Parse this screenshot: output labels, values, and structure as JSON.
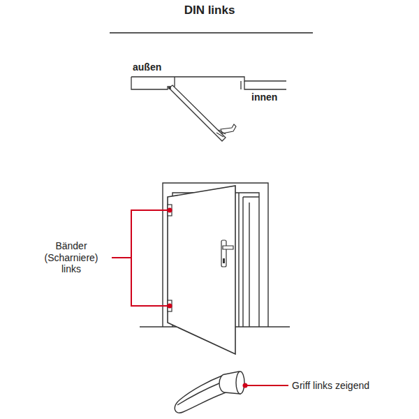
{
  "diagram": {
    "title": "DIN links",
    "labels": [
      "außen",
      "innen",
      "Bänder (Scharniere) links",
      "Griff links zeigend"
    ]
  }
}
